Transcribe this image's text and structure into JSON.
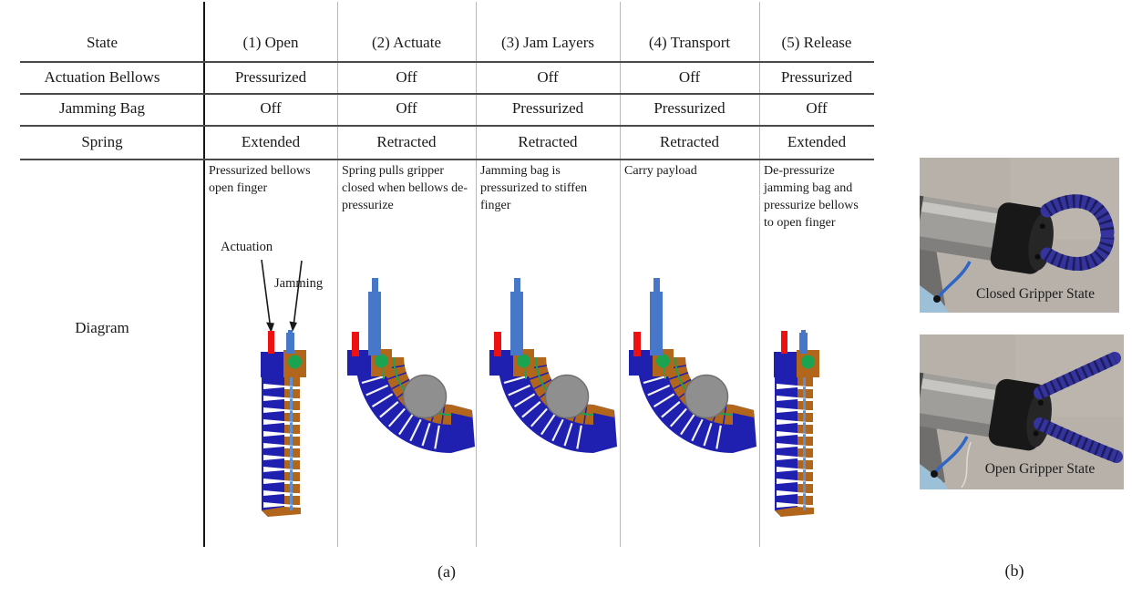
{
  "figure": {
    "type": "gripper-state-table-figure",
    "subfigure_a_label": "(a)",
    "subfigure_b_label": "(b)"
  },
  "table": {
    "corner_label": "State",
    "row_labels": [
      "Actuation Bellows",
      "Jamming Bag",
      "Spring",
      "Diagram"
    ],
    "columns": [
      {
        "header": "(1) Open",
        "actuation_bellows": "Pressurized",
        "jamming_bag": "Off",
        "spring": "Extended",
        "description": "Pressurized bellows open finger",
        "diagram": "straight-finger-open"
      },
      {
        "header": "(2) Actuate",
        "actuation_bellows": "Off",
        "jamming_bag": "Off",
        "spring": "Retracted",
        "description": "Spring pulls gripper closed when bellows de-pressurize",
        "diagram": "curved-finger-with-payload"
      },
      {
        "header": "(3) Jam Layers",
        "actuation_bellows": "Off",
        "jamming_bag": "Pressurized",
        "spring": "Retracted",
        "description": "Jamming bag is pressurized to stiffen finger",
        "diagram": "curved-finger-with-payload"
      },
      {
        "header": "(4) Transport",
        "actuation_bellows": "Off",
        "jamming_bag": "Pressurized",
        "spring": "Retracted",
        "description": "Carry payload",
        "diagram": "curved-finger-with-payload"
      },
      {
        "header": "(5) Release",
        "actuation_bellows": "Pressurized",
        "jamming_bag": "Off",
        "spring": "Extended",
        "description": "De-pressurize jamming bag and pressurize bellows to open finger",
        "diagram": "straight-finger-open"
      }
    ]
  },
  "annotations": {
    "actuation_label": "Actuation",
    "jamming_label": "Jamming"
  },
  "photos": {
    "closed_caption": "Closed Gripper State",
    "open_caption": "Open Gripper State"
  },
  "colors": {
    "finger_body_blue": "#2020b0",
    "jamming_layer_brown": "#b2661c",
    "spring_green": "#1ba352",
    "jamming_tube_blue": "#4677c8",
    "actuation_tube_red": "#ee1111",
    "payload_gray": "#8f8f8f",
    "photo_background": "#b7b1aa",
    "photo_finger_blue": "#34349c"
  }
}
